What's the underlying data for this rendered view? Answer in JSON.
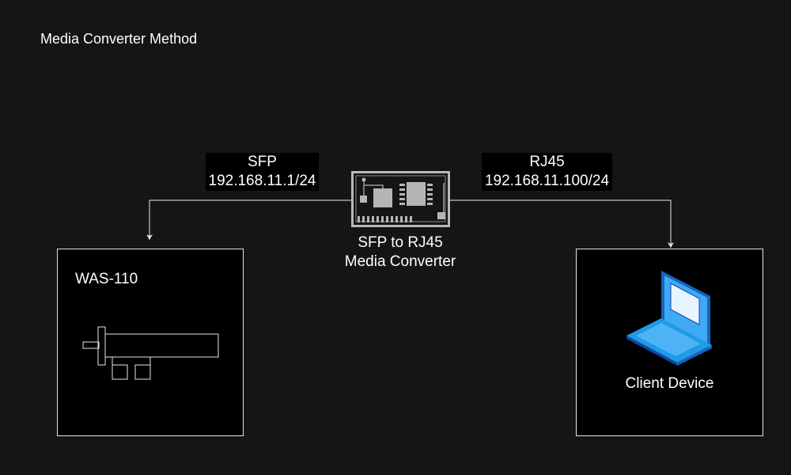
{
  "title": "Media Converter Method",
  "nodes": {
    "was": {
      "label": "WAS-110",
      "icon": "sfp-module-icon"
    },
    "converter": {
      "line1": "SFP to RJ45",
      "line2": "Media Converter",
      "icon": "circuit-board-icon"
    },
    "client": {
      "label": "Client Device",
      "icon": "laptop-icon"
    }
  },
  "links": {
    "sfp": {
      "type": "SFP",
      "address": "192.168.11.1/24"
    },
    "rj45": {
      "type": "RJ45",
      "address": "192.168.11.100/24"
    }
  },
  "colors": {
    "background": "#151515",
    "box": "#000000",
    "stroke": "#e6e6e6",
    "text": "#ffffff",
    "laptop_blue": "#1f9ae8"
  }
}
